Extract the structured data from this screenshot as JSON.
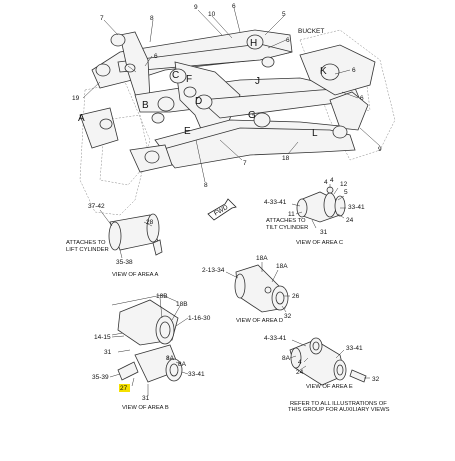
{
  "diagram": {
    "main_labels": [
      "A",
      "B",
      "C",
      "D",
      "E",
      "F",
      "G",
      "H",
      "J",
      "K",
      "L"
    ],
    "main_parts": [
      "7",
      "8",
      "9",
      "10",
      "6",
      "5",
      "19",
      "6",
      "6",
      "6",
      "6",
      "7",
      "8",
      "9",
      "18"
    ],
    "fwd_label": "FWD",
    "view_a": {
      "parts": [
        "37-42",
        "28",
        "35-38"
      ],
      "note_line1": "ATTACHES TO",
      "note_line2": "LIFT CYLINDER",
      "caption": "VIEW OF AREA A"
    },
    "view_b": {
      "parts": [
        "18B",
        "18B",
        "1-16-30",
        "14-15",
        "31",
        "8A",
        "8A",
        "33-41",
        "35-39",
        "27",
        "31"
      ],
      "caption": "VIEW OF AREA B",
      "highlight": "#f5e000"
    },
    "view_c": {
      "parts": [
        "4",
        "12",
        "4-33-41",
        "5",
        "4",
        "33-41",
        "11",
        "24",
        "31"
      ],
      "note_line1": "ATTACHES TO",
      "note_line2": "TILT CYLINDER",
      "caption": "VIEW OF AREA C"
    },
    "view_d": {
      "parts": [
        "18A",
        "18A",
        "2-13-34",
        "26",
        "32"
      ],
      "caption": "VIEW OF AREA D"
    },
    "view_e": {
      "parts": [
        "4-33-41",
        "8A",
        "4",
        "24",
        "33-41",
        "32"
      ],
      "caption": "VIEW OF AREA E"
    },
    "bucket_label": "BUCKET",
    "note": {
      "line1": "REFER TO ALL ILLUSTRATIONS OF",
      "line2": "THIS GROUP FOR AUXILIARY VIEWS"
    }
  }
}
